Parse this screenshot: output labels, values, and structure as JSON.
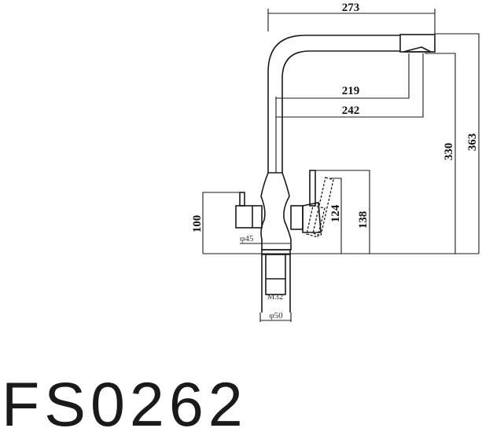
{
  "model": "FS0262",
  "dimensions": {
    "spout_width": "273",
    "spout_reach_inner": "219",
    "spout_reach_outer": "242",
    "outlet_height": "330",
    "total_height": "363",
    "left_handle_height": "100",
    "right_handle_height_low": "124",
    "right_handle_height_high": "138",
    "body_diameter": "φ45",
    "thread": "M32",
    "base_diameter": "φ50"
  }
}
